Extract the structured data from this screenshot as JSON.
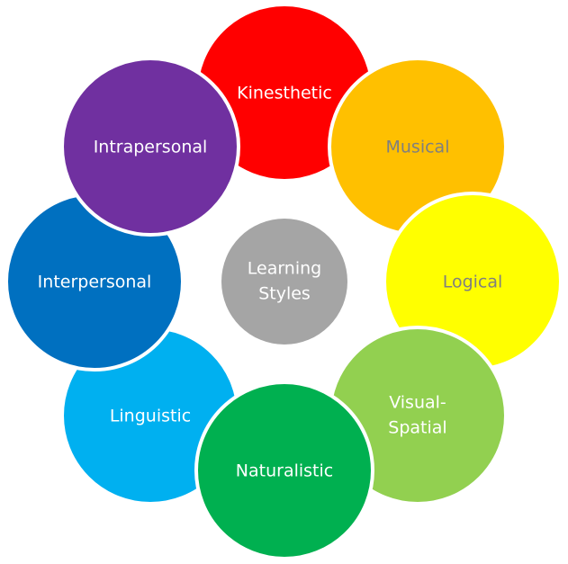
{
  "center": {
    "label_line1": "Learning",
    "label_line2": "Styles",
    "color": "#A5A5A5",
    "text_color": "#FFFFFF"
  },
  "styles": [
    {
      "id": "kinesthetic",
      "label": "Kinesthetic",
      "color": "#FF0000",
      "text_color": "#FFFFFF"
    },
    {
      "id": "linguistic",
      "label": "Linguistic",
      "color": "#00B0F0",
      "text_color": "#FFFFFF"
    },
    {
      "id": "interpersonal",
      "label": "Interpersonal",
      "color": "#0070C0",
      "text_color": "#FFFFFF"
    },
    {
      "id": "intrapersonal",
      "label": "Intrapersonal",
      "color": "#7030A0",
      "text_color": "#FFFFFF"
    },
    {
      "id": "musical",
      "label": "Musical",
      "color": "#FFC000",
      "text_color": "#7F7F7F"
    },
    {
      "id": "logical",
      "label": "Logical",
      "color": "#FFFF00",
      "text_color": "#7F7F7F"
    },
    {
      "id": "visual-spatial",
      "label_line1": "Visual-",
      "label_line2": "Spatial",
      "color": "#92D050",
      "text_color": "#FFFFFF"
    },
    {
      "id": "naturalistic",
      "label": "Naturalistic",
      "color": "#00B050",
      "text_color": "#FFFFFF"
    }
  ]
}
